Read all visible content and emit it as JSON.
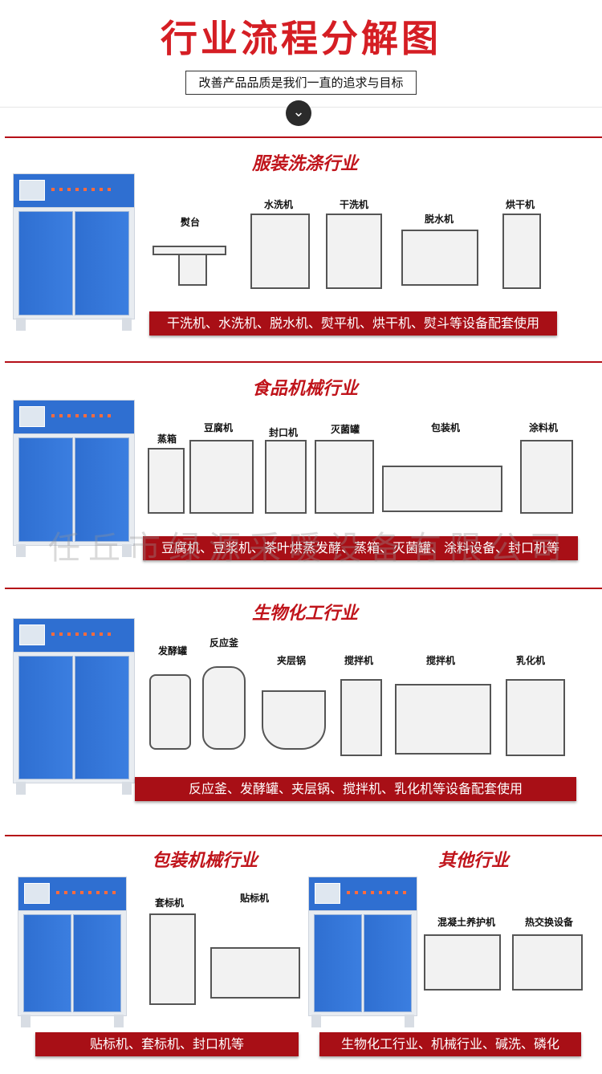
{
  "header": {
    "title": "行业流程分解图",
    "subtitle": "改善产品品质是我们一直的追求与目标"
  },
  "watermark": "任丘市绿源采暖设备有限公司",
  "sections": {
    "laundry": {
      "title": "服装洗涤行业",
      "labels": [
        "熨台",
        "水洗机",
        "干洗机",
        "脱水机",
        "烘干机"
      ],
      "banner": "干洗机、水洗机、脱水机、熨平机、烘干机、熨斗等设备配套使用"
    },
    "food": {
      "title": "食品机械行业",
      "labels": [
        "蒸箱",
        "豆腐机",
        "封口机",
        "灭菌罐",
        "包装机",
        "涂料机"
      ],
      "banner": "豆腐机、豆浆机、茶叶烘蒸发酵、蒸箱、灭菌罐、涂料设备、封口机等"
    },
    "biochem": {
      "title": "生物化工行业",
      "labels": [
        "发酵罐",
        "反应釜",
        "夹层锅",
        "搅拌机",
        "搅拌机",
        "乳化机"
      ],
      "banner": "反应釜、发酵罐、夹层锅、搅拌机、乳化机等设备配套使用"
    },
    "packaging": {
      "title": "包装机械行业",
      "labels": [
        "套标机",
        "贴标机"
      ],
      "banner": "贴标机、套标机、封口机等"
    },
    "other": {
      "title": "其他行业",
      "labels": [
        "混凝土养护机",
        "热交换设备"
      ],
      "banner": "生物化工行业、机械行业、碱洗、磷化"
    }
  },
  "icons": {
    "chevron": "chevron-down-icon"
  },
  "colors": {
    "accent": "#d51e24",
    "banner": "#a80f16",
    "cabinet": "#2f6fd1"
  }
}
